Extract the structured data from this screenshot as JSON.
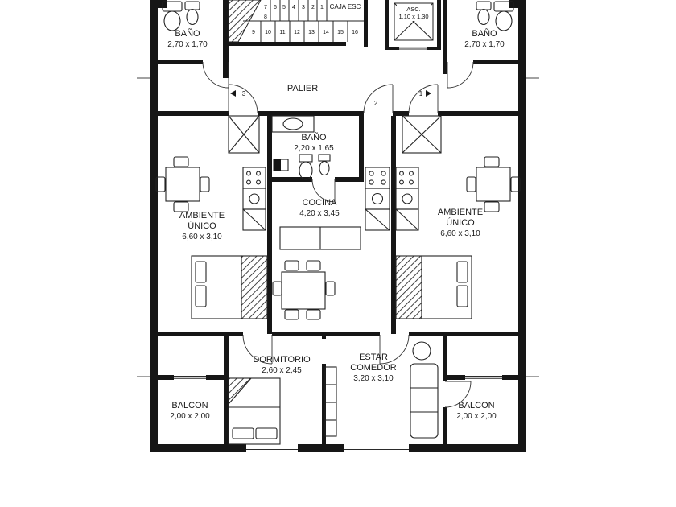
{
  "canvas": {
    "paper": "#ffffff",
    "ink": "#1b1b1b"
  },
  "rooms": {
    "bano_top_left": {
      "name": "BAÑO",
      "dims": "2,70 x 1,70"
    },
    "bano_top_right": {
      "name": "BAÑO",
      "dims": "2,70 x 1,70"
    },
    "caja_esc": {
      "name": "CAJA ESC"
    },
    "ascensor": {
      "name": "ASC.",
      "dims": "1,10 x 1,30"
    },
    "palier": {
      "name": "PALIER"
    },
    "bano_centro": {
      "name": "BAÑO",
      "dims": "2,20 x 1,65"
    },
    "cocina": {
      "name": "COCINA",
      "dims": "4,20 x 3,45"
    },
    "ambiente_izq": {
      "name": "AMBIENTE",
      "name2": "ÚNICO",
      "dims": "6,60 x 3,10"
    },
    "ambiente_der": {
      "name": "AMBIENTE",
      "name2": "ÚNICO",
      "dims": "6,60 x 3,10"
    },
    "dormitorio": {
      "name": "DORMITORIO",
      "dims": "2,60 x 2,45"
    },
    "estar_comedor": {
      "name": "ESTAR",
      "name2": "COMEDOR",
      "dims": "3,20 x 3,10"
    },
    "balcon_izq": {
      "name": "BALCON",
      "dims": "2,00 x 2,00"
    },
    "balcon_der": {
      "name": "BALCON",
      "dims": "2,00 x 2,00"
    }
  },
  "doors": {
    "unit1": "1",
    "unit2": "2",
    "unit3": "3"
  },
  "stairs": {
    "top": [
      "7",
      "6",
      "5",
      "4",
      "3",
      "2",
      "1"
    ],
    "mid": "8",
    "bottom": [
      "9",
      "10",
      "11",
      "12",
      "13",
      "14",
      "15",
      "16"
    ]
  }
}
